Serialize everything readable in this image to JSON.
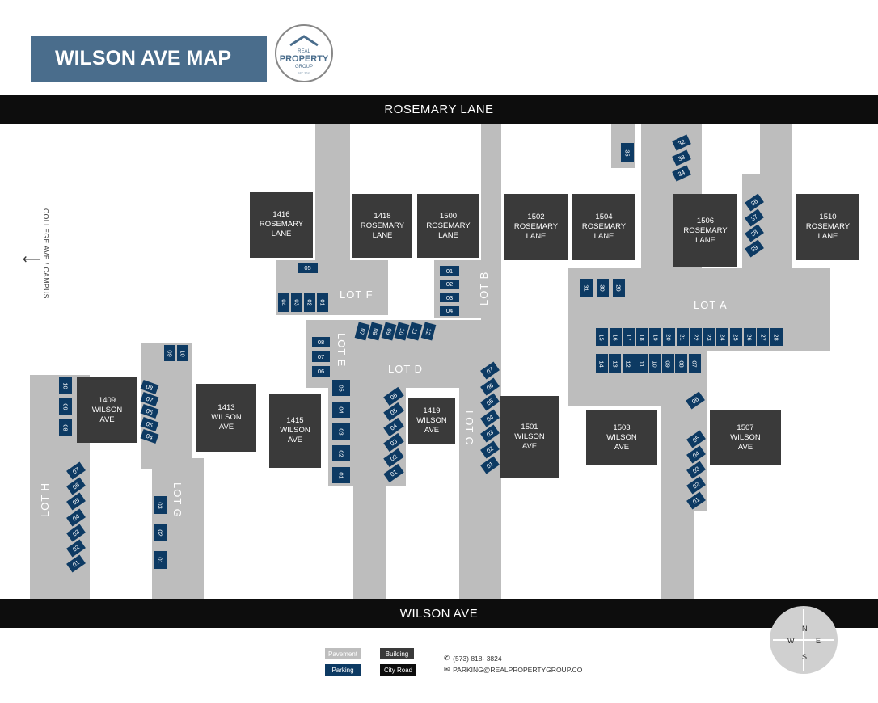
{
  "title": "WILSON AVE MAP",
  "logo": {
    "top": "REAL",
    "main1": "PROPERTY",
    "main2": "GROUP",
    "est": "EST. 2011"
  },
  "roads": {
    "top": "ROSEMARY LANE",
    "bottom": "WILSON AVE"
  },
  "side_note": {
    "text": "COLLEGE AVE / CAMPUS",
    "arrow": "⟵"
  },
  "lots": {
    "A": "LOT A",
    "B": "LOT B",
    "C": "LOT C",
    "D": "LOT D",
    "E": "LOT E",
    "F": "LOT F",
    "G": "LOT G",
    "H": "LOT H"
  },
  "buildings": {
    "b1416": "1416\nROSEMARY\nLANE",
    "b1418": "1418\nROSEMARY\nLANE",
    "b1500": "1500\nROSEMARY\nLANE",
    "b1502": "1502\nROSEMARY\nLANE",
    "b1504": "1504\nROSEMARY\nLANE",
    "b1506": "1506\nROSEMARY\nLANE",
    "b1510": "1510\nROSEMARY\nLANE",
    "b1409": "1409\nWILSON\nAVE",
    "b1413": "1413\nWILSON\nAVE",
    "b1415": "1415\nWILSON\nAVE",
    "b1419": "1419\nWILSON\nAVE",
    "b1501": "1501\nWILSON\nAVE",
    "b1503": "1503\nWILSON\nAVE",
    "b1507": "1507\nWILSON\nAVE"
  },
  "spots": {
    "a_top": [
      "35",
      "32",
      "33",
      "34",
      "36",
      "37",
      "38",
      "39"
    ],
    "a_left": [
      "31",
      "30",
      "29"
    ],
    "a_row1": [
      "15",
      "16",
      "17",
      "18",
      "19",
      "20",
      "21",
      "22",
      "23",
      "24",
      "25",
      "26",
      "27",
      "28"
    ],
    "a_row2": [
      "14",
      "13",
      "12",
      "11",
      "10",
      "09",
      "08",
      "07"
    ],
    "a_right": [
      "06",
      "05",
      "04",
      "03",
      "02",
      "01"
    ],
    "f_row": [
      "04",
      "03",
      "02",
      "01"
    ],
    "f_top": "05",
    "b_col": [
      "01",
      "02",
      "03",
      "04"
    ],
    "d_diag": [
      "07",
      "08",
      "09",
      "10",
      "11",
      "12"
    ],
    "e_col": [
      "08",
      "07",
      "06"
    ],
    "e_main": [
      "05",
      "04",
      "03",
      "02",
      "01"
    ],
    "d_diag2": [
      "06",
      "05",
      "04",
      "03",
      "02",
      "01"
    ],
    "c_diag": [
      "07",
      "06",
      "05",
      "04",
      "03",
      "02",
      "01"
    ],
    "g_top": [
      "09",
      "10"
    ],
    "g_diag": [
      "08",
      "07",
      "06",
      "05",
      "04"
    ],
    "g_col": [
      "03",
      "02",
      "01"
    ],
    "h_col": [
      "10",
      "09",
      "08"
    ],
    "h_diag": [
      "07",
      "06",
      "05",
      "04",
      "03",
      "02",
      "01"
    ]
  },
  "legend": {
    "pavement": "Pavement",
    "building": "Building",
    "parking": "Parking",
    "city_road": "City Road"
  },
  "contact": {
    "phone": "(573) 818- 3824",
    "email": "PARKING@REALPROPERTYGROUP.CO"
  },
  "compass": {
    "n": "N",
    "s": "S",
    "e": "E",
    "w": "W"
  },
  "colors": {
    "title_bg": "#4a6d8c",
    "pavement": "#bdbdbd",
    "building": "#3a3a3a",
    "parking": "#0d3a63",
    "road": "#0d0d0d"
  }
}
